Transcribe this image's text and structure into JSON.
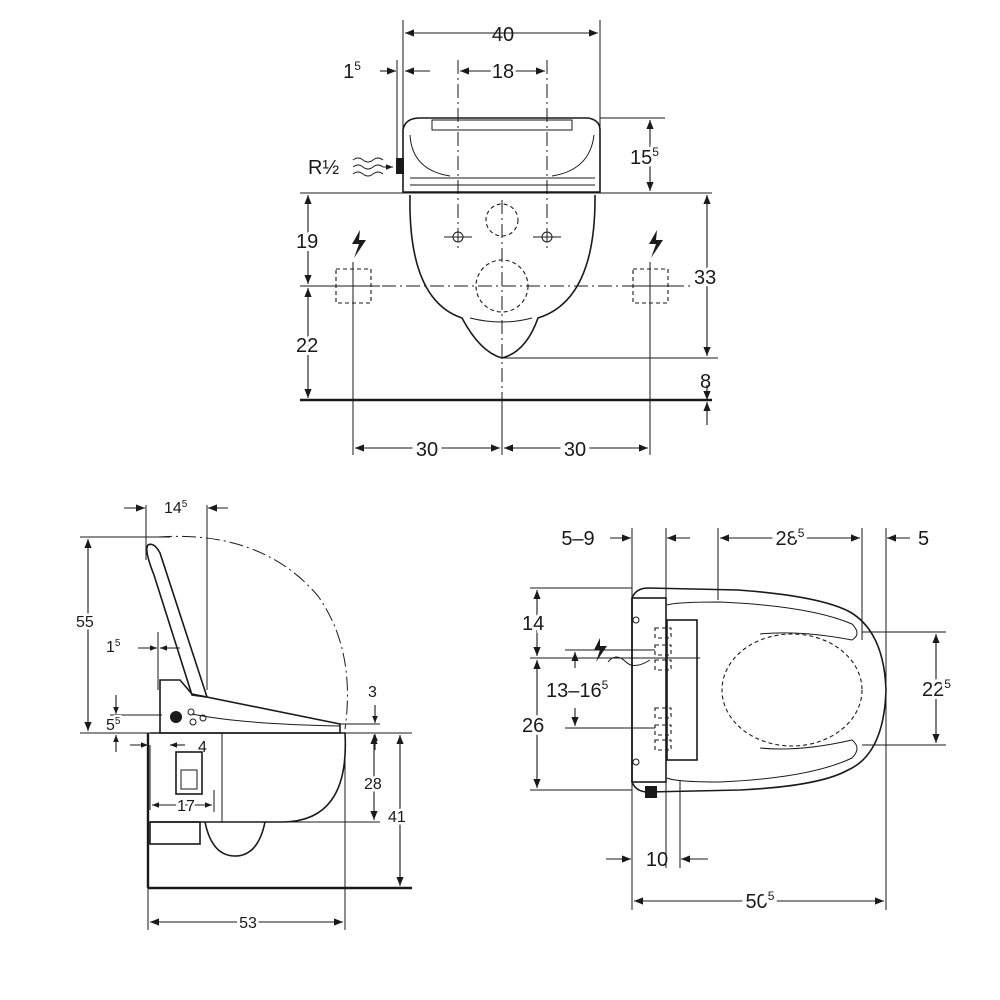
{
  "front_view": {
    "dims": {
      "total_width": "40",
      "edge_offset": "1",
      "edge_offset_sup": "5",
      "inlet_spacing": "18",
      "lid_height": "15",
      "lid_height_sup": "5",
      "supply_label": "R½",
      "upper_to_axis": "19",
      "axis_to_floor": "22",
      "height_33": "33",
      "gap_8": "8",
      "half_left": "30",
      "half_right": "30"
    },
    "icons": [
      "electric-connection-icon",
      "water-connection-icon"
    ]
  },
  "side_view": {
    "dims": {
      "lid_depth": "14",
      "lid_depth_sup": "5",
      "total_height": "55",
      "seat_offset": "1",
      "seat_offset_sup": "5",
      "seat_gap": "3",
      "panel_gap": "5",
      "panel_gap_sup": "5",
      "panel_width": "4",
      "bowl_height": "28",
      "wall_height": "41",
      "panel_depth": "17",
      "total_depth": "53"
    }
  },
  "top_view": {
    "dims": {
      "wall_range": "5–9",
      "seat_span": "28",
      "seat_span_sup": "5",
      "front_overhang": "5",
      "upper_block": "14",
      "power_range": "13–16",
      "power_range_sup": "5",
      "lower_block": "26",
      "seat_width": "22",
      "seat_width_sup": "5",
      "module_depth": "10",
      "overall_length": "50",
      "overall_length_sup": "5"
    }
  },
  "colors": {
    "line": "#1a1a1a",
    "background": "#ffffff"
  }
}
